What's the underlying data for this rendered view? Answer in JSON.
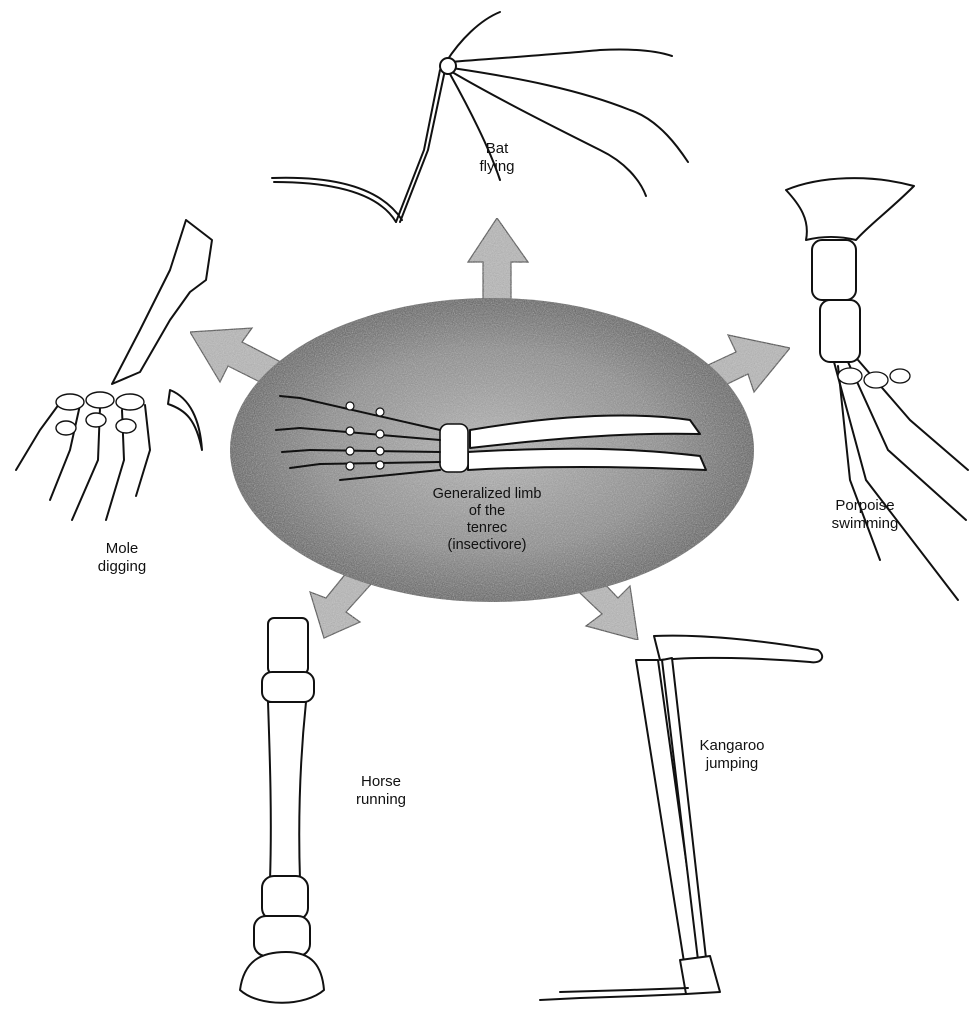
{
  "figure": {
    "center_label": [
      "Generalized limb",
      "of the",
      "tenrec",
      "(insectivore)"
    ],
    "limbs": {
      "bat": [
        "Bat",
        "flying"
      ],
      "porpoise": [
        "Porpoise",
        "swimming"
      ],
      "kangaroo": [
        "Kangaroo",
        "jumping"
      ],
      "horse": [
        "Horse",
        "running"
      ],
      "mole": [
        "Mole",
        "digging"
      ]
    },
    "colors": {
      "ink": "#111111",
      "ellipse_shade": "#6b6b6b",
      "arrow_fill": "#b5b5b5"
    }
  }
}
